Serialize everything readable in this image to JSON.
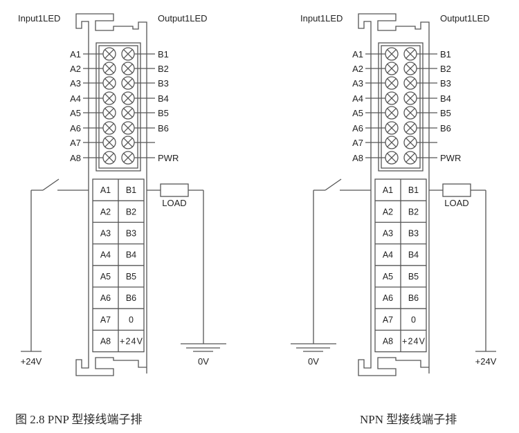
{
  "diagrams": [
    {
      "id": "pnp",
      "header": {
        "input_led_label": "Input1LED",
        "output_led_label": "Output1LED"
      },
      "led_labels_left": [
        "A1",
        "A2",
        "A3",
        "A4",
        "A5",
        "A6",
        "A7",
        "A8"
      ],
      "led_labels_right": [
        "B1",
        "B2",
        "B3",
        "B4",
        "B5",
        "B6",
        "",
        "PWR"
      ],
      "terminal_rows": [
        [
          "A1",
          "B1"
        ],
        [
          "A2",
          "B2"
        ],
        [
          "A3",
          "B3"
        ],
        [
          "A4",
          "B4"
        ],
        [
          "A5",
          "B5"
        ],
        [
          "A6",
          "B6"
        ],
        [
          "A7",
          "0"
        ],
        [
          "A8",
          "+24V"
        ]
      ],
      "load_label": "LOAD",
      "switch_side_supply": {
        "label": "+24V",
        "symbol": "supply-bar"
      },
      "load_side_supply": {
        "label": "0V",
        "symbol": "ground"
      }
    },
    {
      "id": "npn",
      "header": {
        "input_led_label": "Input1LED",
        "output_led_label": "Output1LED"
      },
      "led_labels_left": [
        "A1",
        "A2",
        "A3",
        "A4",
        "A5",
        "A6",
        "A7",
        "A8"
      ],
      "led_labels_right": [
        "B1",
        "B2",
        "B3",
        "B4",
        "B5",
        "B6",
        "",
        "PWR"
      ],
      "terminal_rows": [
        [
          "A1",
          "B1"
        ],
        [
          "A2",
          "B2"
        ],
        [
          "A3",
          "B3"
        ],
        [
          "A4",
          "B4"
        ],
        [
          "A5",
          "B5"
        ],
        [
          "A6",
          "B6"
        ],
        [
          "A7",
          "0"
        ],
        [
          "A8",
          "+24V"
        ]
      ],
      "load_label": "LOAD",
      "switch_side_supply": {
        "label": "0V",
        "symbol": "ground"
      },
      "load_side_supply": {
        "label": "+24V",
        "symbol": "supply-bar"
      }
    }
  ],
  "captions": {
    "left": "图  2.8 PNP 型接线端子排",
    "right": "NPN 型接线端子排"
  }
}
